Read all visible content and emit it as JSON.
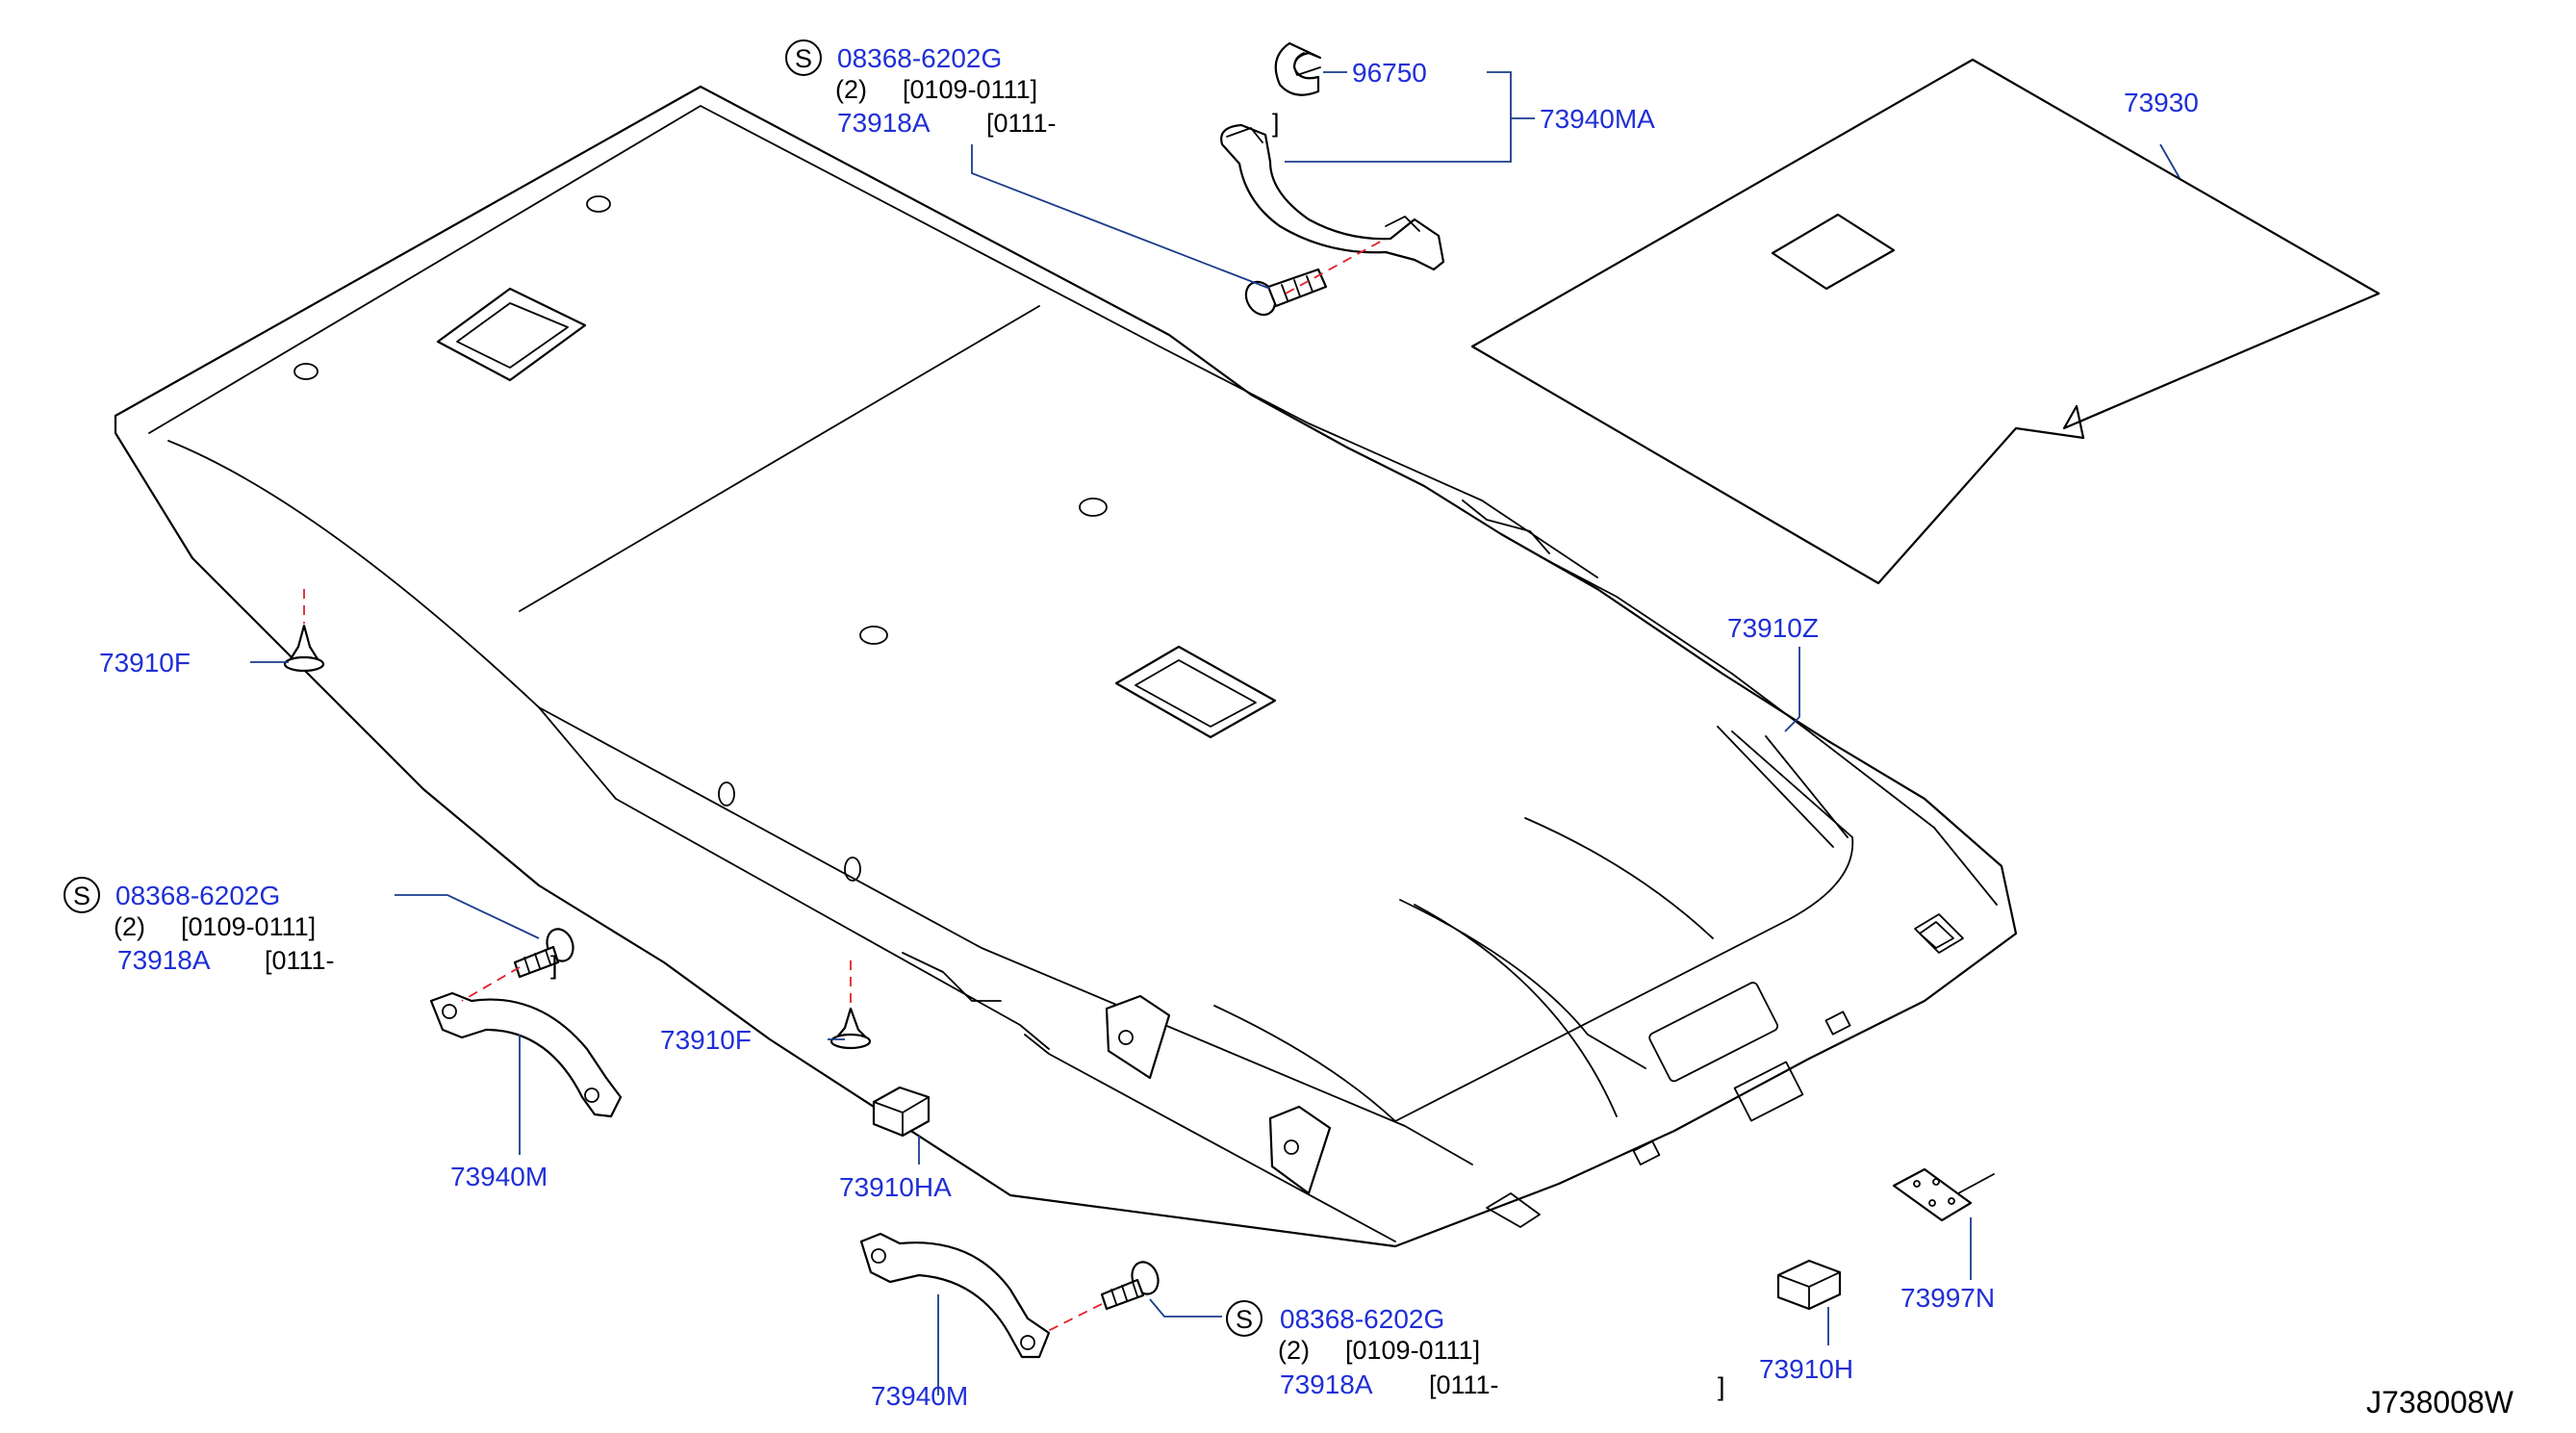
{
  "diagram_code": "J738008W",
  "colors": {
    "part_number": "#1f2fd6",
    "leader": "#1a3c8c",
    "centerline": "#e0202a",
    "line": "#000000"
  },
  "groups": [
    {
      "symbol": "S",
      "part": "08368-6202G",
      "qty": "(2)",
      "range_a": "[0109-0111]",
      "alt_part": "73918A",
      "range_b": "[0111-",
      "close": "]"
    },
    {
      "symbol": "S",
      "part": "08368-6202G",
      "qty": "(2)",
      "range_a": "[0109-0111]",
      "alt_part": "73918A",
      "range_b": "[0111-",
      "close": "]"
    },
    {
      "symbol": "S",
      "part": "08368-6202G",
      "qty": "(2)",
      "range_a": "[0109-0111]",
      "alt_part": "73918A",
      "range_b": "[0111-",
      "close": "]"
    }
  ],
  "labels": {
    "p96750": "96750",
    "p73940MA": "73940MA",
    "p73930": "73930",
    "p73910Z": "73910Z",
    "p73910F_a": "73910F",
    "p73910F_b": "73910F",
    "p73940M_a": "73940M",
    "p73940M_b": "73940M",
    "p73910HA": "73910HA",
    "p73910H": "73910H",
    "p73997N": "73997N"
  }
}
